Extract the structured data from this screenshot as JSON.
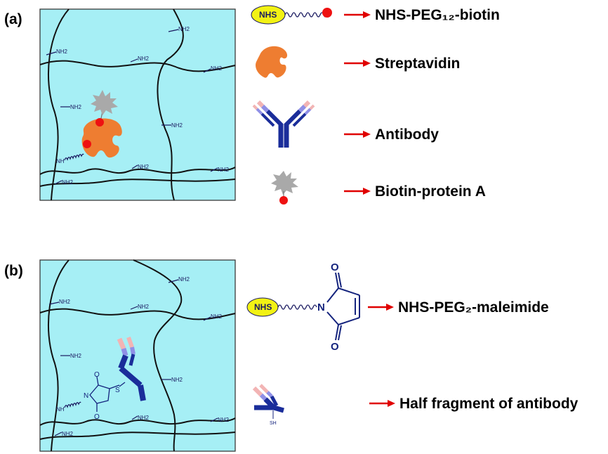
{
  "panel_a": {
    "label": "(a)",
    "amine_label": "NH2",
    "surface_linker_label": "NH"
  },
  "panel_b": {
    "label": "(b)",
    "amine_label": "NH2",
    "surface_linker_label": "NH",
    "ring_labels": {
      "n": "N",
      "o_top": "O",
      "o_bottom": "O",
      "s": "S"
    }
  },
  "legend": {
    "nhs_peg12_biotin": "NHS-PEG₁₂-biotin",
    "streptavidin": "Streptavidin",
    "antibody": "Antibody",
    "biotin_protein_a": "Biotin-protein A",
    "nhs_peg2_maleimide": "NHS-PEG₂-maleimide",
    "half_fragment": "Half fragment of antibody"
  },
  "glyphs": {
    "nhs": "NHS",
    "maleimide_n": "N",
    "maleimide_o": "O",
    "thiol": "SH"
  },
  "colors": {
    "hydrogel": "#a6eff5",
    "streptavidin": "#ee7d31",
    "biotin": "#ee1111",
    "protein_a": "#a9a9a9",
    "antibody_dark": "#1a2d9a",
    "antibody_light": "#8f8fe6",
    "antibody_pink": "#f2b4b4",
    "nhs_ellipse": "#f2f214",
    "arrow": "#e00000"
  }
}
